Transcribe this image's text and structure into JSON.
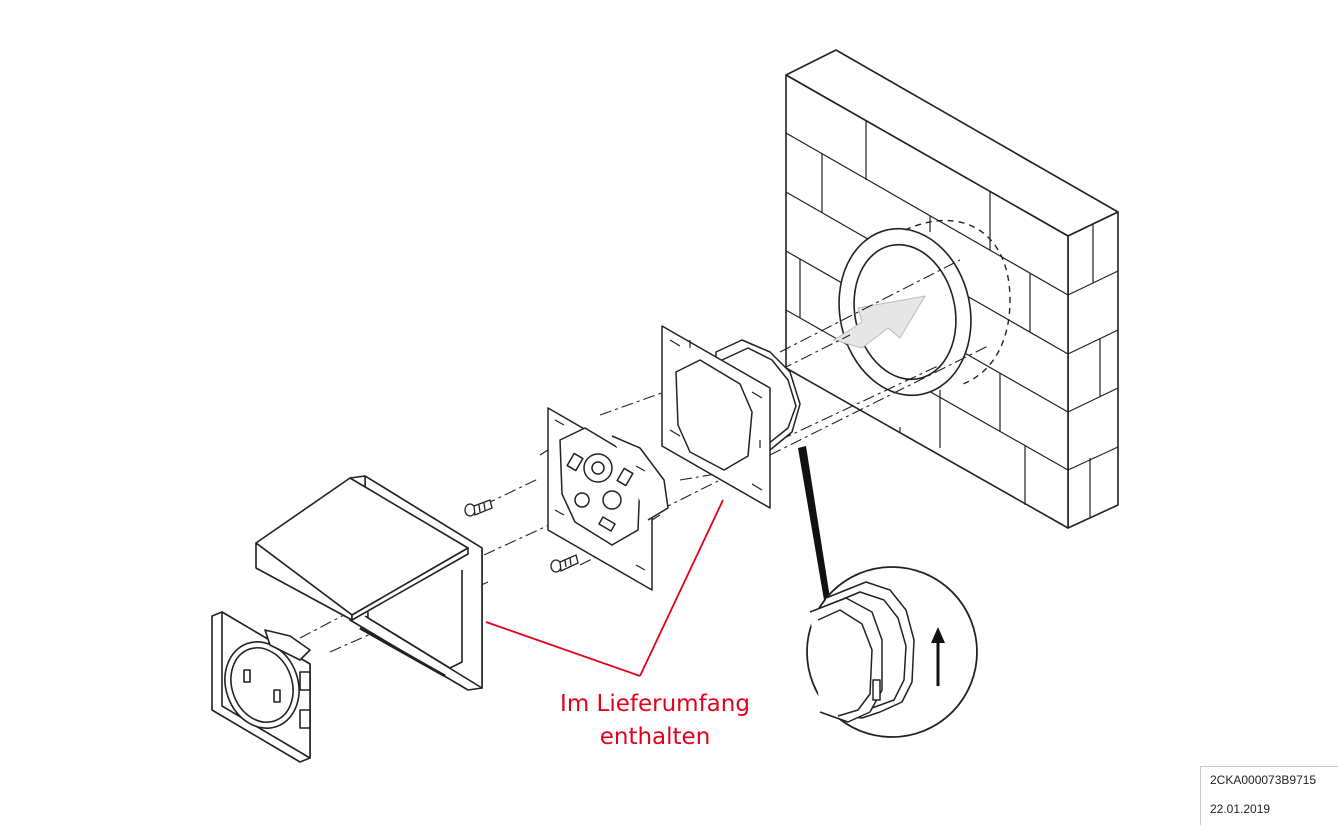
{
  "callout": {
    "line1": "Im Lieferumfang",
    "line2": "enthalten",
    "color": "#e3001b"
  },
  "document_info": {
    "doc_number": "2CKA000073B9715",
    "date": "22.01.2019"
  },
  "components": [
    "wall",
    "flush-box",
    "socket-insert",
    "screw",
    "cover-frame",
    "hinged-lid",
    "socket-outlet",
    "detail-magnifier",
    "insertion-arrow",
    "up-arrow"
  ]
}
